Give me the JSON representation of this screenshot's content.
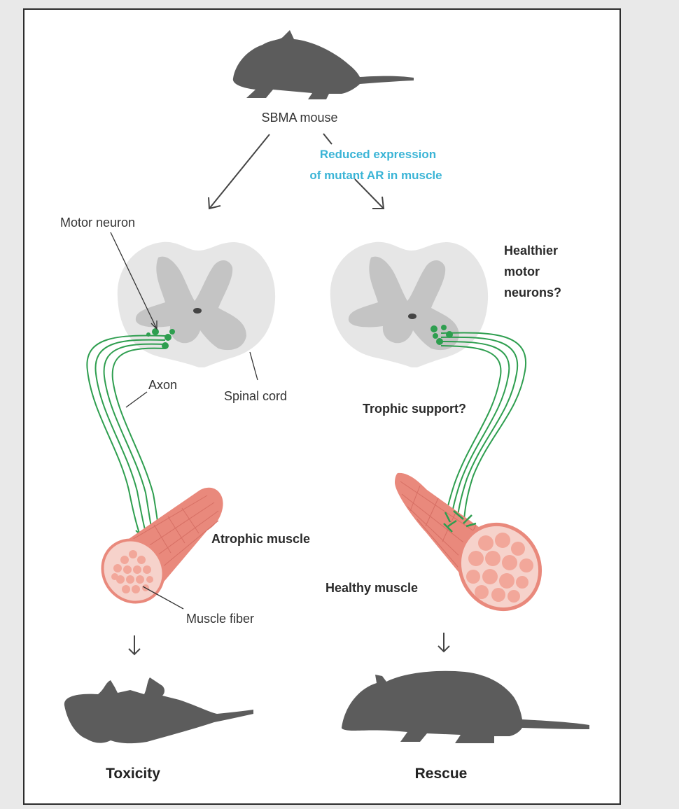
{
  "labels": {
    "top_mouse": "SBMA mouse",
    "intervention_line1": "Reduced expression",
    "intervention_line2": "of mutant AR in muscle",
    "motor_neuron": "Motor neuron",
    "healthier_line1": "Healthier",
    "healthier_line2": "motor",
    "healthier_line3": "neurons?",
    "axon": "Axon",
    "spinal_cord": "Spinal cord",
    "trophic_support": "Trophic support?",
    "atrophic_muscle": "Atrophic muscle",
    "healthy_muscle": "Healthy muscle",
    "muscle_fiber": "Muscle fiber",
    "toxicity": "Toxicity",
    "rescue": "Rescue"
  },
  "colors": {
    "mouse": "#5c5c5c",
    "spinal_outer": "#e6e6e6",
    "spinal_inner": "#c4c4c4",
    "axon_green": "#2e9e4f",
    "muscle": "#e9897c",
    "muscle_fiber": "#f2a79a",
    "intervention_text": "#3ab4d6"
  }
}
